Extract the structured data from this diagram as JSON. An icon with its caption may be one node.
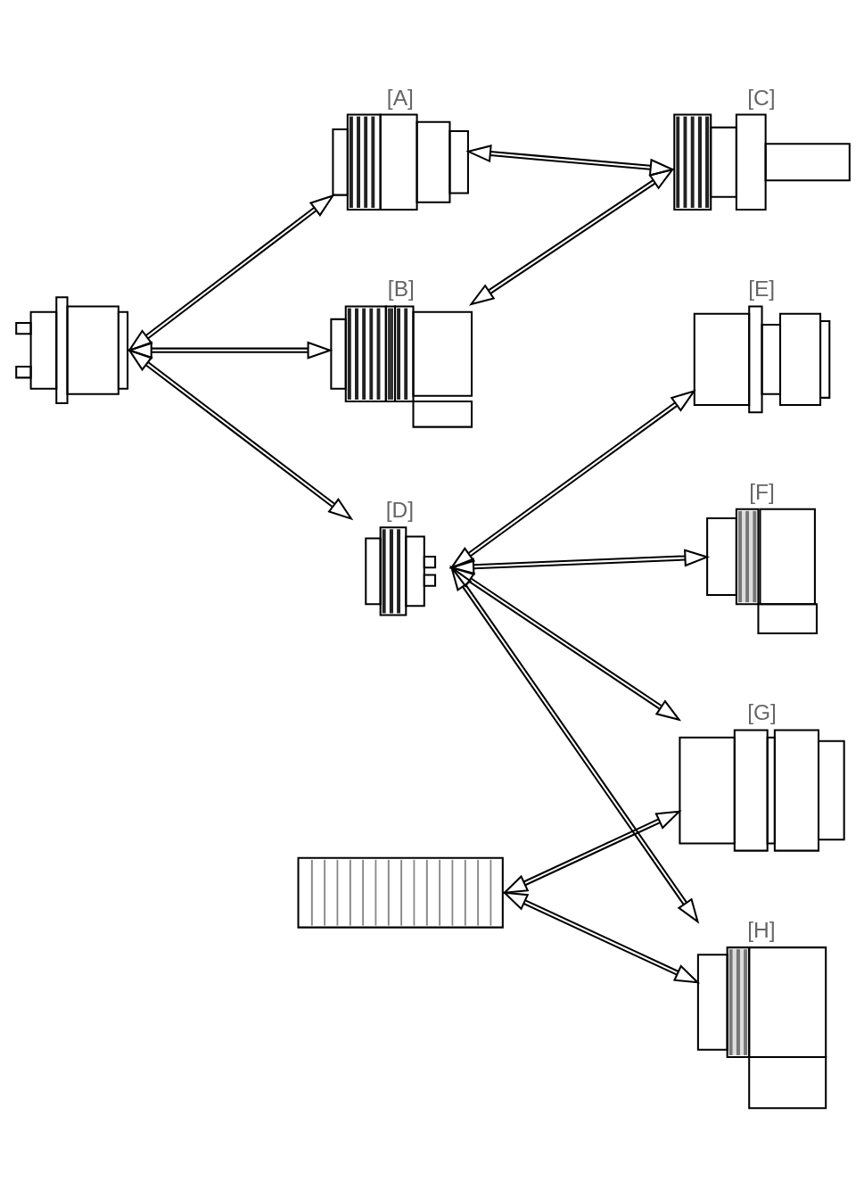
{
  "diagram": {
    "nodes": [
      {
        "text": [],
        "shape": "picture"
      },
      {
        "text": [
          "[A]"
        ]
      },
      {
        "text": [
          "[B]"
        ]
      },
      {
        "text": [
          "[D]"
        ]
      },
      {
        "text": [
          "[C]"
        ]
      },
      {
        "text": [
          "[E]"
        ]
      },
      {
        "text": [
          "[F]"
        ]
      },
      {
        "text": [
          "[G]"
        ]
      },
      {
        "text": [
          "[H]"
        ]
      },
      {
        "text": [],
        "shape": "picture"
      }
    ],
    "edges": [
      {
        "from": 0,
        "to": 1,
        "arrow": "both"
      },
      {
        "from": 0,
        "to": 2,
        "arrow": "both"
      },
      {
        "from": 0,
        "to": 3,
        "arrow": "both"
      },
      {
        "from": 1,
        "to": 4,
        "arrow": "both"
      },
      {
        "from": 2,
        "to": 4,
        "arrow": "both"
      },
      {
        "from": 3,
        "to": 5,
        "arrow": "both"
      },
      {
        "from": 3,
        "to": 6,
        "arrow": "both"
      },
      {
        "from": 3,
        "to": 7,
        "arrow": "both"
      },
      {
        "from": 3,
        "to": 8,
        "arrow": "both"
      },
      {
        "from": 9,
        "to": 7,
        "arrow": "both"
      },
      {
        "from": 9,
        "to": 8,
        "arrow": "both"
      }
    ]
  }
}
